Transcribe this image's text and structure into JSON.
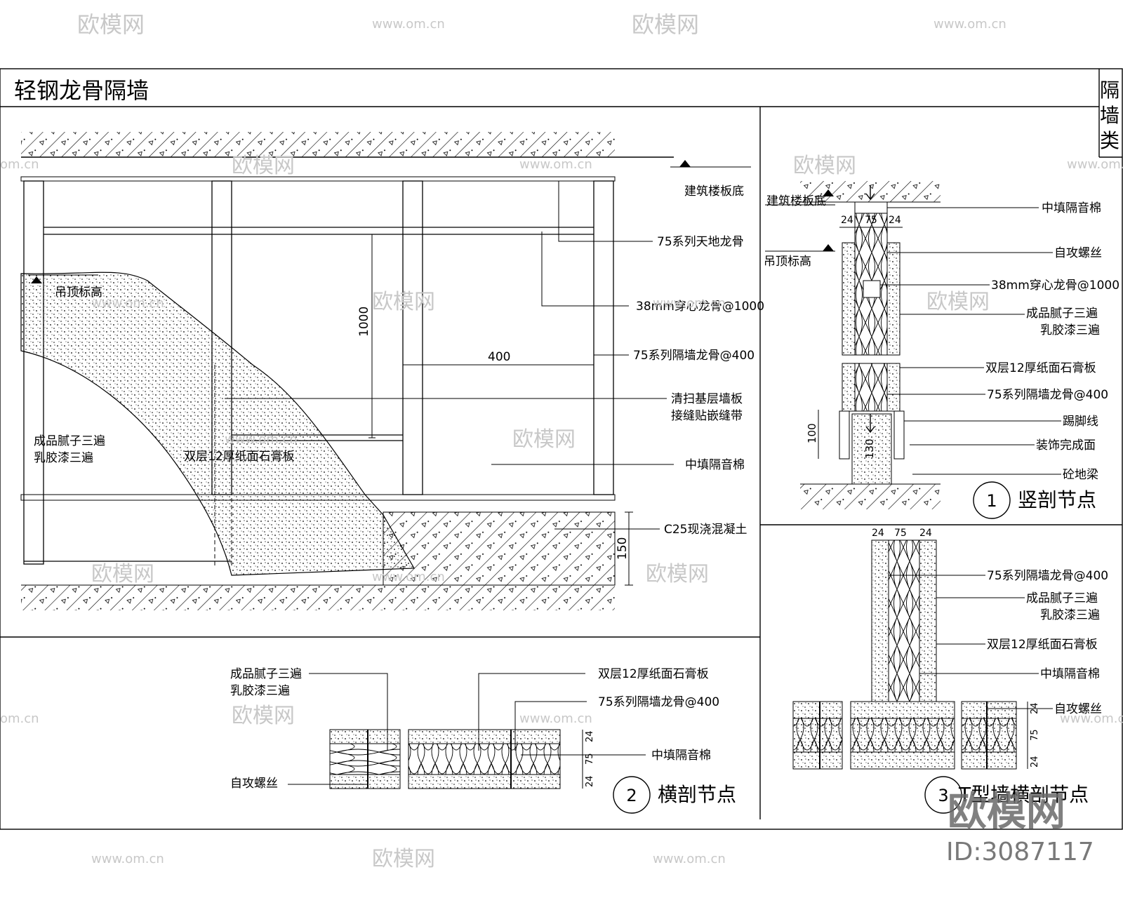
{
  "title": "轻钢龙骨隔墙",
  "category": [
    "隔",
    "墙",
    "类"
  ],
  "elevation": {
    "labels": {
      "floor_slab": "建筑楼板底",
      "ceiling_level": "吊顶标高",
      "top_track": "75系列天地龙骨",
      "channel": "38mm穿心龙骨@1000",
      "stud": "75系列隔墙龙骨@400",
      "joint_1": "清扫基层墙板",
      "joint_2": "接缝贴嵌缝带",
      "insulation": "中填隔音棉",
      "concrete": "C25现浇混凝土",
      "paint_1": "成品腻子三遍",
      "paint_2": "乳胶漆三遍",
      "board": "双层12厚纸面石膏板"
    },
    "dims": {
      "d1000": "1000",
      "d400": "400",
      "d150": "150"
    }
  },
  "node1": {
    "title": "竖剖节点",
    "number": "1",
    "labels": {
      "floor_slab": "建筑楼板底",
      "ceiling_level": "吊顶标高",
      "insulation": "中填隔音棉",
      "screw": "自攻螺丝",
      "channel": "38mm穿心龙骨@1000",
      "paint_1": "成品腻子三遍",
      "paint_2": "乳胶漆三遍",
      "board": "双层12厚纸面石膏板",
      "stud": "75系列隔墙龙骨@400",
      "skirting": "踢脚线",
      "finish": "装饰完成面",
      "curb": "砼地梁"
    },
    "dims": {
      "a": "24",
      "b": "75",
      "c": "24",
      "h100": "100",
      "h130": "130"
    }
  },
  "node2": {
    "title": "横剖节点",
    "number": "2",
    "labels": {
      "paint_1": "成品腻子三遍",
      "paint_2": "乳胶漆三遍",
      "board": "双层12厚纸面石膏板",
      "stud": "75系列隔墙龙骨@400",
      "insulation": "中填隔音棉",
      "screw": "自攻螺丝"
    },
    "dims": {
      "a": "24",
      "b": "75",
      "c": "24"
    }
  },
  "node3": {
    "title": "T型墙横剖节点",
    "number": "3",
    "labels": {
      "stud": "75系列隔墙龙骨@400",
      "paint_1": "成品腻子三遍",
      "paint_2": "乳胶漆三遍",
      "board": "双层12厚纸面石膏板",
      "insulation": "中填隔音棉",
      "screw": "自攻螺丝"
    },
    "dims": {
      "a": "24",
      "b": "75",
      "c": "24",
      "d": "24",
      "e": "75",
      "f": "24"
    }
  },
  "watermarks": {
    "brand": "欧模网",
    "url": "www.om.cn",
    "url_short": "om.cn",
    "id": "ID:3087117"
  }
}
